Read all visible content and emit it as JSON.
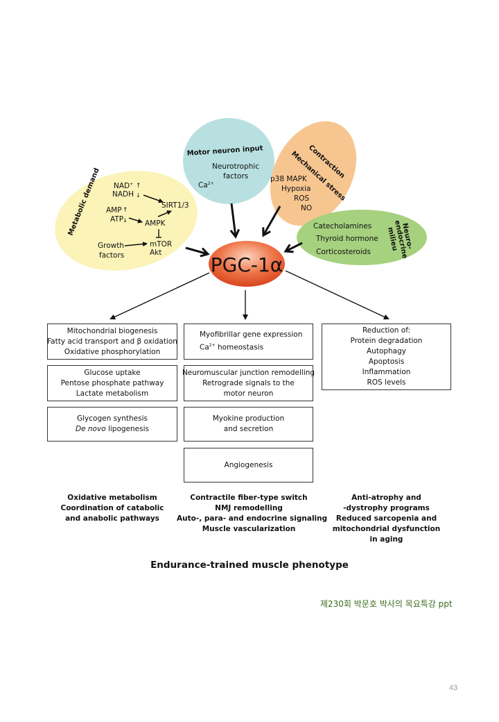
{
  "center": {
    "label": "PGC-1α"
  },
  "inputs": {
    "metabolic": {
      "title": "Metabolic demand",
      "nad": "NAD",
      "nad_sup": "+",
      "nadh": "NADH",
      "amp": "AMP",
      "atp": "ATP",
      "sirt": "SIRT1/3",
      "ampk": "AMPK",
      "growth1": "Growth",
      "growth2": "factors",
      "mtor": "mTOR",
      "akt": "Akt",
      "color": "#fbf3b8"
    },
    "motor": {
      "title": "Motor neuron input",
      "neuro1": "Neurotrophic",
      "neuro2": "factors",
      "ca": "Ca",
      "ca_sup": "2+",
      "color": "#b8e0e0"
    },
    "contraction": {
      "title1": "Contraction",
      "title2": "Mechanical stress",
      "items": [
        "p38 MAPK",
        "Hypoxia",
        "ROS",
        "NO"
      ],
      "color": "#f7c690"
    },
    "neuroendocrine": {
      "title": [
        "Neuro-",
        "endocrine",
        "milieu"
      ],
      "items": [
        "Catecholamines",
        "Thyroid hormone",
        "Corticosteroids"
      ],
      "color": "#a6d17e"
    }
  },
  "columns": {
    "left": {
      "boxes": [
        [
          "Mitochondrial biogenesis",
          "Fatty acid transport and β oxidation",
          "Oxidative phosphorylation"
        ],
        [
          "Glucose uptake",
          "Pentose phosphate pathway",
          "Lactate metabolism"
        ],
        [
          "Glycogen synthesis",
          "De novo lipogenesis"
        ]
      ],
      "box3_italic": "De novo",
      "box3_rest": " lipogenesis",
      "summary": [
        "Oxidative metabolism",
        "Coordination of catabolic",
        "and anabolic pathways"
      ]
    },
    "middle": {
      "boxes": [
        [
          "Myofibrillar gene expression",
          "Ca2+ homeostasis"
        ],
        [
          "Neuromuscular junction remodelling",
          "Retrograde signals to the",
          "motor neuron"
        ],
        [
          "Myokine production",
          "and secretion"
        ],
        [
          "Angiogenesis"
        ]
      ],
      "ca": "Ca",
      "ca_sup": "2+",
      "ca_rest": " homeostasis",
      "summary": [
        "Contractile fiber-type switch",
        "NMJ remodelling",
        "Auto-, para- and endocrine signaling",
        "Muscle vascularization"
      ]
    },
    "right": {
      "boxes": [
        [
          "Reduction of:",
          "Protein degradation",
          "Autophagy",
          "Apoptosis",
          "Inflammation",
          "ROS levels"
        ]
      ],
      "summary": [
        "Anti-atrophy and",
        "-dystrophy programs",
        "Reduced sarcopenia and",
        "mitochondrial dysfunction",
        "in aging"
      ]
    }
  },
  "phenotype": "Endurance-trained muscle phenotype",
  "credit": "제230회 박문호 박사의 목요특강 ppt",
  "page_number": "43",
  "colors": {
    "center_fill": "#e8552a",
    "credit_text": "#3a6b1c"
  }
}
